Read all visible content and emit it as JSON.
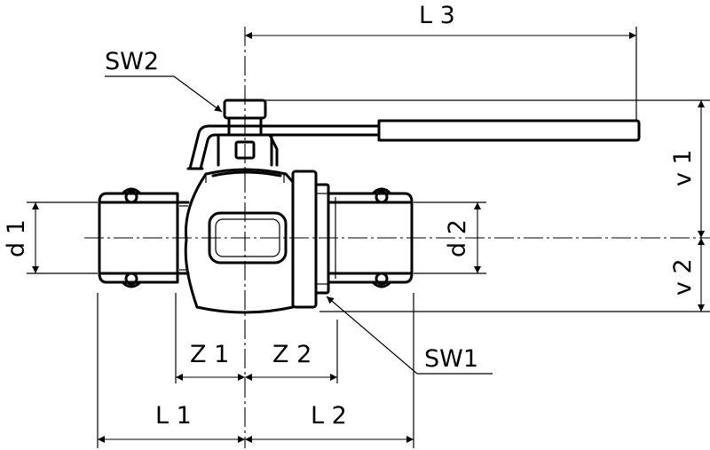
{
  "labels": {
    "l3": "L 3",
    "sw2": "SW2",
    "v1": "v 1",
    "d1": "d 1",
    "d2": "d 2",
    "v2": "v 2",
    "sw1": "SW1",
    "z1": "Z 1",
    "z2": "Z 2",
    "l1": "L 1",
    "l2": "L 2"
  }
}
